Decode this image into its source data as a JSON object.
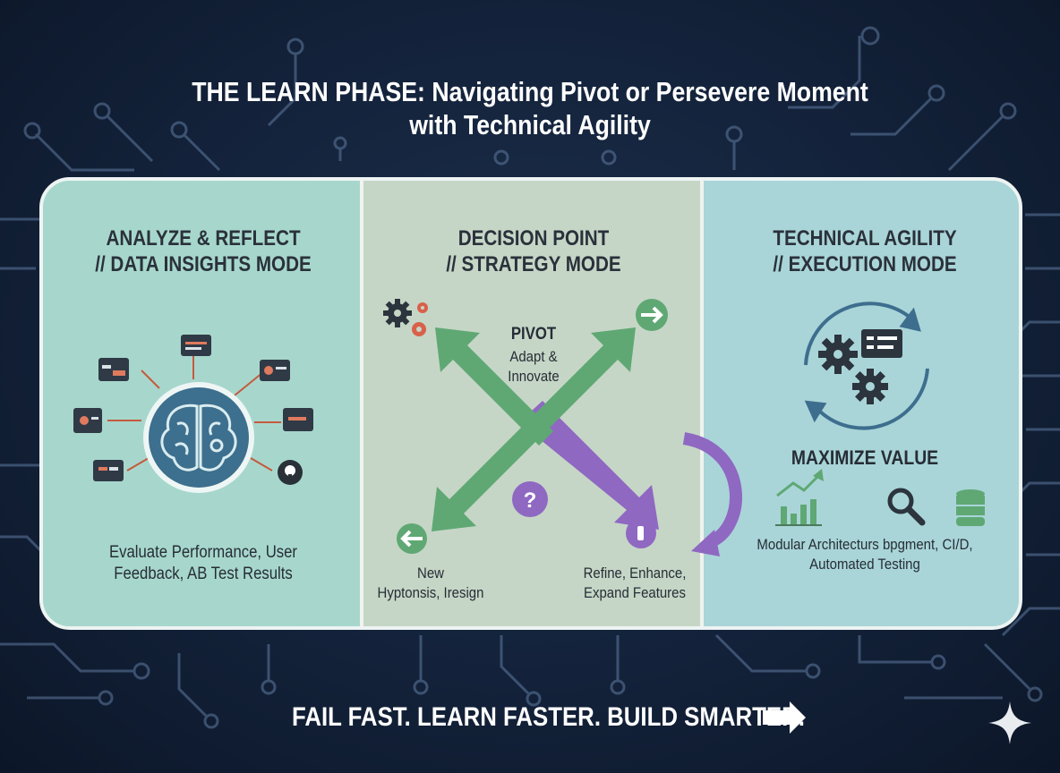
{
  "title": {
    "line1": "THE LEARN PHASE: Navigating Pivot or Persevere Moment",
    "line2": "with Technical Agility"
  },
  "columns": [
    {
      "heading_line1": "ANALYZE & REFLECT",
      "heading_line2": "// DATA INSIGHTS MODE",
      "caption_line1": "Evaluate Performance, User",
      "caption_line2": "Feedback, AB Test Results"
    },
    {
      "heading_line1": "DECISION POINT",
      "heading_line2": "// STRATEGY MODE",
      "pivot_label": "PIVOT",
      "pivot_sub_line1": "Adapt &",
      "pivot_sub_line2": "Innovate",
      "left_caption_line1": "New",
      "left_caption_line2": "Hyptonsis, Iresign",
      "right_caption_line1": "Refine, Enhance,",
      "right_caption_line2": "Expand Features"
    },
    {
      "heading_line1": "TECHNICAL AGILITY",
      "heading_line2": "// EXECUTION MODE",
      "value_label": "MAXIMIZE VALUE",
      "caption_line1": "Modular Architecturs bpgment, CI/D,",
      "caption_line2": "Automated Testing"
    }
  ],
  "tagline": "FAIL FAST. LEARN FASTER. BUILD SMARTER.",
  "icons": [
    "brain-icon",
    "gear-icon",
    "question-icon",
    "arrow-right-icon",
    "arrow-left-icon",
    "cycle-icon",
    "bar-chart-icon",
    "magnifier-icon",
    "database-icon",
    "sparkle-icon"
  ],
  "colors": {
    "background": "#13223a",
    "panel_left": "#a7d7cc",
    "panel_middle": "#c5d6c6",
    "panel_right": "#a9d5d8",
    "green_arrow": "#5fa874",
    "purple_arrow": "#8f68c2",
    "circuit": "#6b85a8"
  }
}
